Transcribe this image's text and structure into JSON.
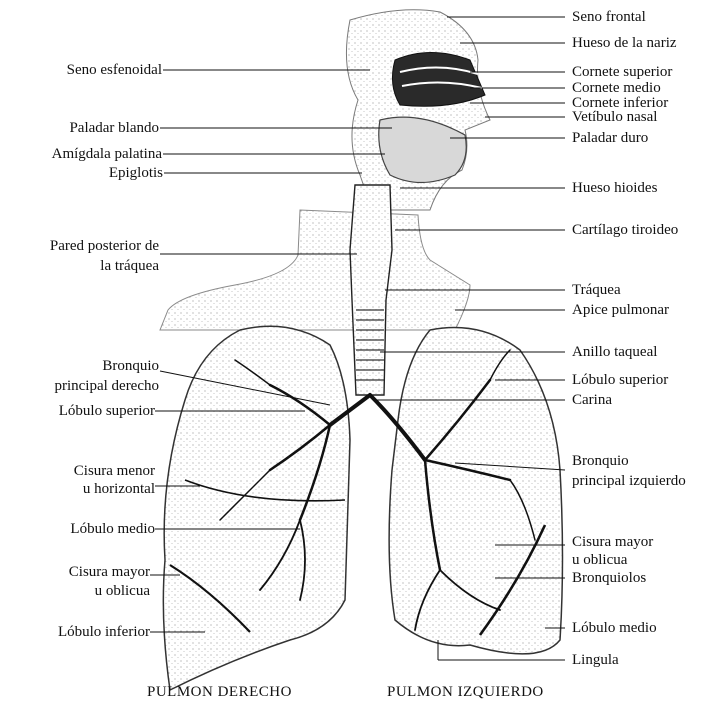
{
  "labels_left": {
    "seno_esfenoidal": "Seno esfenoidal",
    "paladar_blando": "Paladar blando",
    "amigdala_palatina": "Amígdala palatina",
    "epiglotis": "Epiglotis",
    "pared_posterior_line1": "Pared posterior de",
    "pared_posterior_line2": "la tráquea",
    "bronquio_derecho_line1": "Bronquio",
    "bronquio_derecho_line2": "principal derecho",
    "lobulo_superior_der": "Lóbulo superior",
    "cisura_menor_line1": "Cisura menor",
    "cisura_menor_line2": "u horizontal",
    "lobulo_medio_der": "Lóbulo medio",
    "cisura_mayor_der_line1": "Cisura mayor",
    "cisura_mayor_der_line2": "u oblicua",
    "lobulo_inferior": "Lóbulo inferior"
  },
  "labels_right": {
    "seno_frontal": "Seno frontal",
    "hueso_nariz": "Hueso de la nariz",
    "cornete_superior": "Cornete superior",
    "cornete_medio": "Cornete medio",
    "cornete_inferior": "Cornete inferior",
    "vestibulo_nasal": "Vetíbulo nasal",
    "paladar_duro": "Paladar duro",
    "hueso_hioides": "Hueso hioides",
    "cartilago_tiroideo": "Cartílago tiroideo",
    "traquea": "Tráquea",
    "apice_pulmonar": "Apice pulmonar",
    "anillo_traqueal": "Anillo taqueal",
    "lobulo_superior_izq": "Lóbulo superior",
    "carina": "Carina",
    "bronquio_izq_line1": "Bronquio",
    "bronquio_izq_line2": "principal izquierdo",
    "cisura_mayor_izq_line1": "Cisura mayor",
    "cisura_mayor_izq_line2": "u oblicua",
    "bronquiolos": "Bronquiolos",
    "lobulo_medio_izq": "Lóbulo medio",
    "lingula": "Lingula"
  },
  "captions": {
    "pulmon_derecho": "PULMON DERECHO",
    "pulmon_izquierdo": "PULMON IZQUIERDO"
  },
  "colors": {
    "ink": "#111111",
    "shade": "#bdbdbd",
    "background": "#ffffff"
  }
}
